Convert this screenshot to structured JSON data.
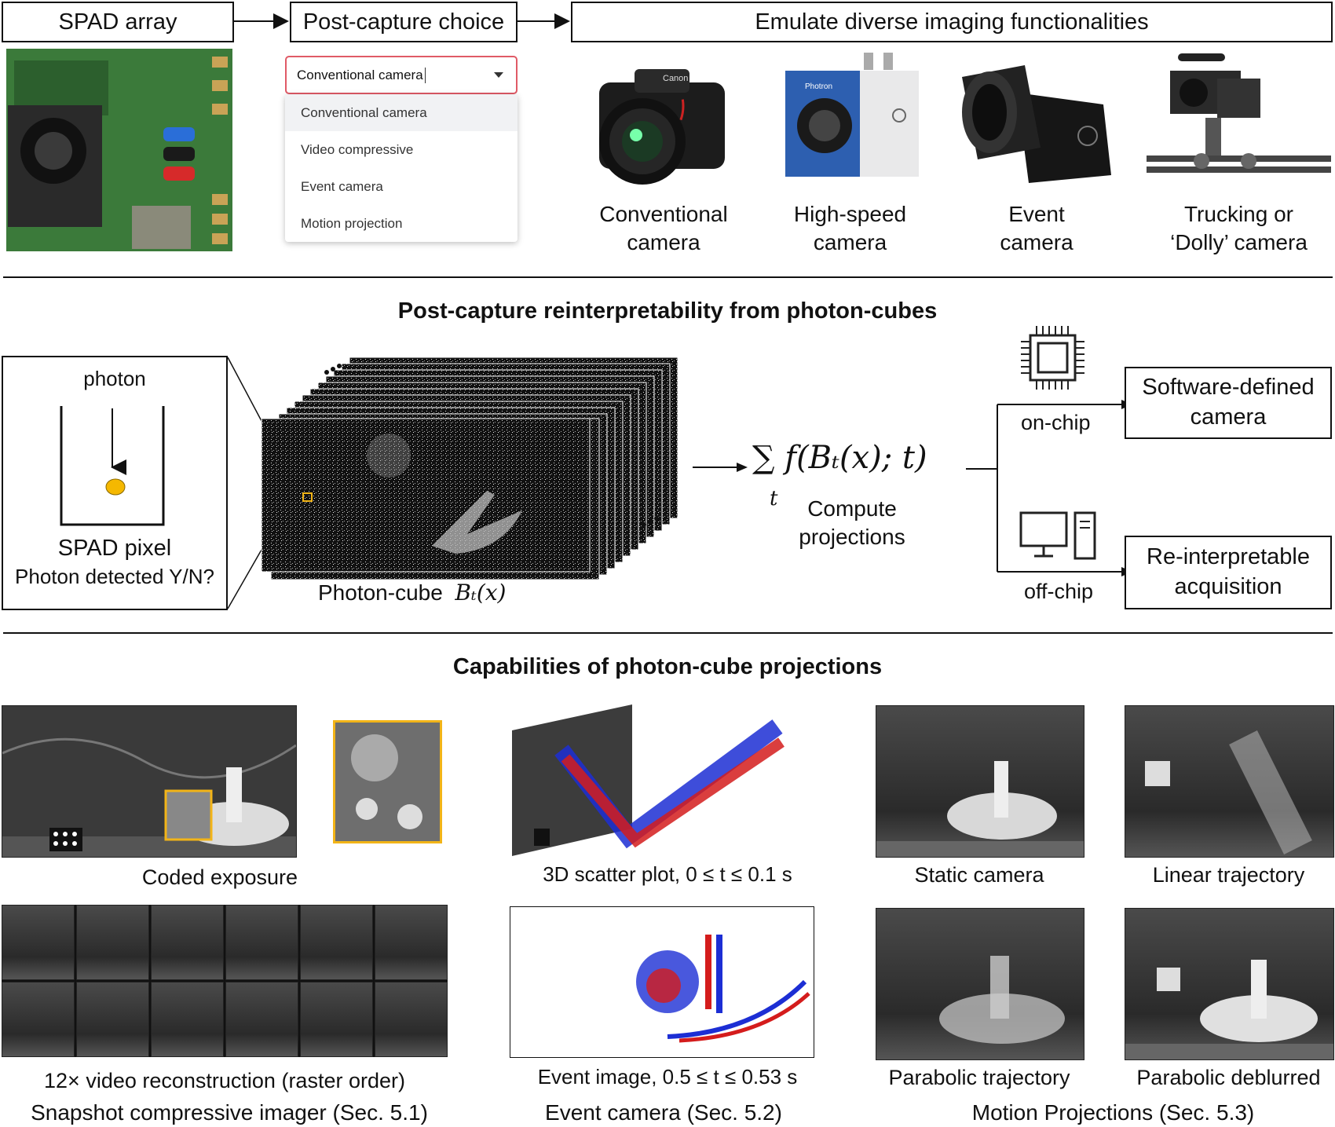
{
  "top": {
    "spad_label": "SPAD array",
    "choice_label": "Post-capture choice",
    "emulate_label": "Emulate diverse imaging functionalities",
    "dropdown_value": "Conventional camera",
    "dropdown_options": [
      "Conventional camera",
      "Video compressive",
      "Event camera",
      "Motion projection"
    ],
    "cameras": [
      {
        "line1": "Conventional",
        "line2": "camera"
      },
      {
        "line1": "High-speed",
        "line2": "camera"
      },
      {
        "line1": "Event",
        "line2": "camera"
      },
      {
        "line1": "Trucking or",
        "line2": "‘Dolly’ camera"
      }
    ],
    "cam_brand_1": "Canon",
    "cam_brand_2": "Photron"
  },
  "middle": {
    "heading": "Post-capture reinterpretability from photon-cubes",
    "photon": "photon",
    "spad_pixel": "SPAD pixel",
    "detected": "Photon detected Y/N?",
    "cube_label": "Photon-cube",
    "cube_symbol": "Bₜ(x)",
    "formula": "∑ f(Bₜ(x); t)",
    "sum_index": "t",
    "compute_line1": "Compute",
    "compute_line2": "projections",
    "on_chip": "on-chip",
    "off_chip": "off-chip",
    "software_line1": "Software-defined",
    "software_line2": "camera",
    "reinterp_line1": "Re-interpretable",
    "reinterp_line2": "acquisition"
  },
  "bottom": {
    "heading": "Capabilities of photon-cube projections",
    "coded_exposure": "Coded exposure",
    "video_recon": "12× video reconstruction (raster order)",
    "snapshot": "Snapshot compressive imager (Sec. 5.1)",
    "scatter": "3D scatter plot,  0 ≤ t ≤ 0.1 s",
    "event_image": "Event image,  0.5 ≤ t ≤ 0.53 s",
    "event_camera": "Event camera (Sec. 5.2)",
    "static": "Static camera",
    "linear": "Linear trajectory",
    "parabolic": "Parabolic trajectory",
    "deblurred": "Parabolic deblurred",
    "motion": "Motion Projections (Sec. 5.3)"
  },
  "colors": {
    "highlight": "#f2b418",
    "event_pos": "#d41c1c",
    "event_neg": "#1c2ed4",
    "dropdown_border": "#e05a66"
  }
}
